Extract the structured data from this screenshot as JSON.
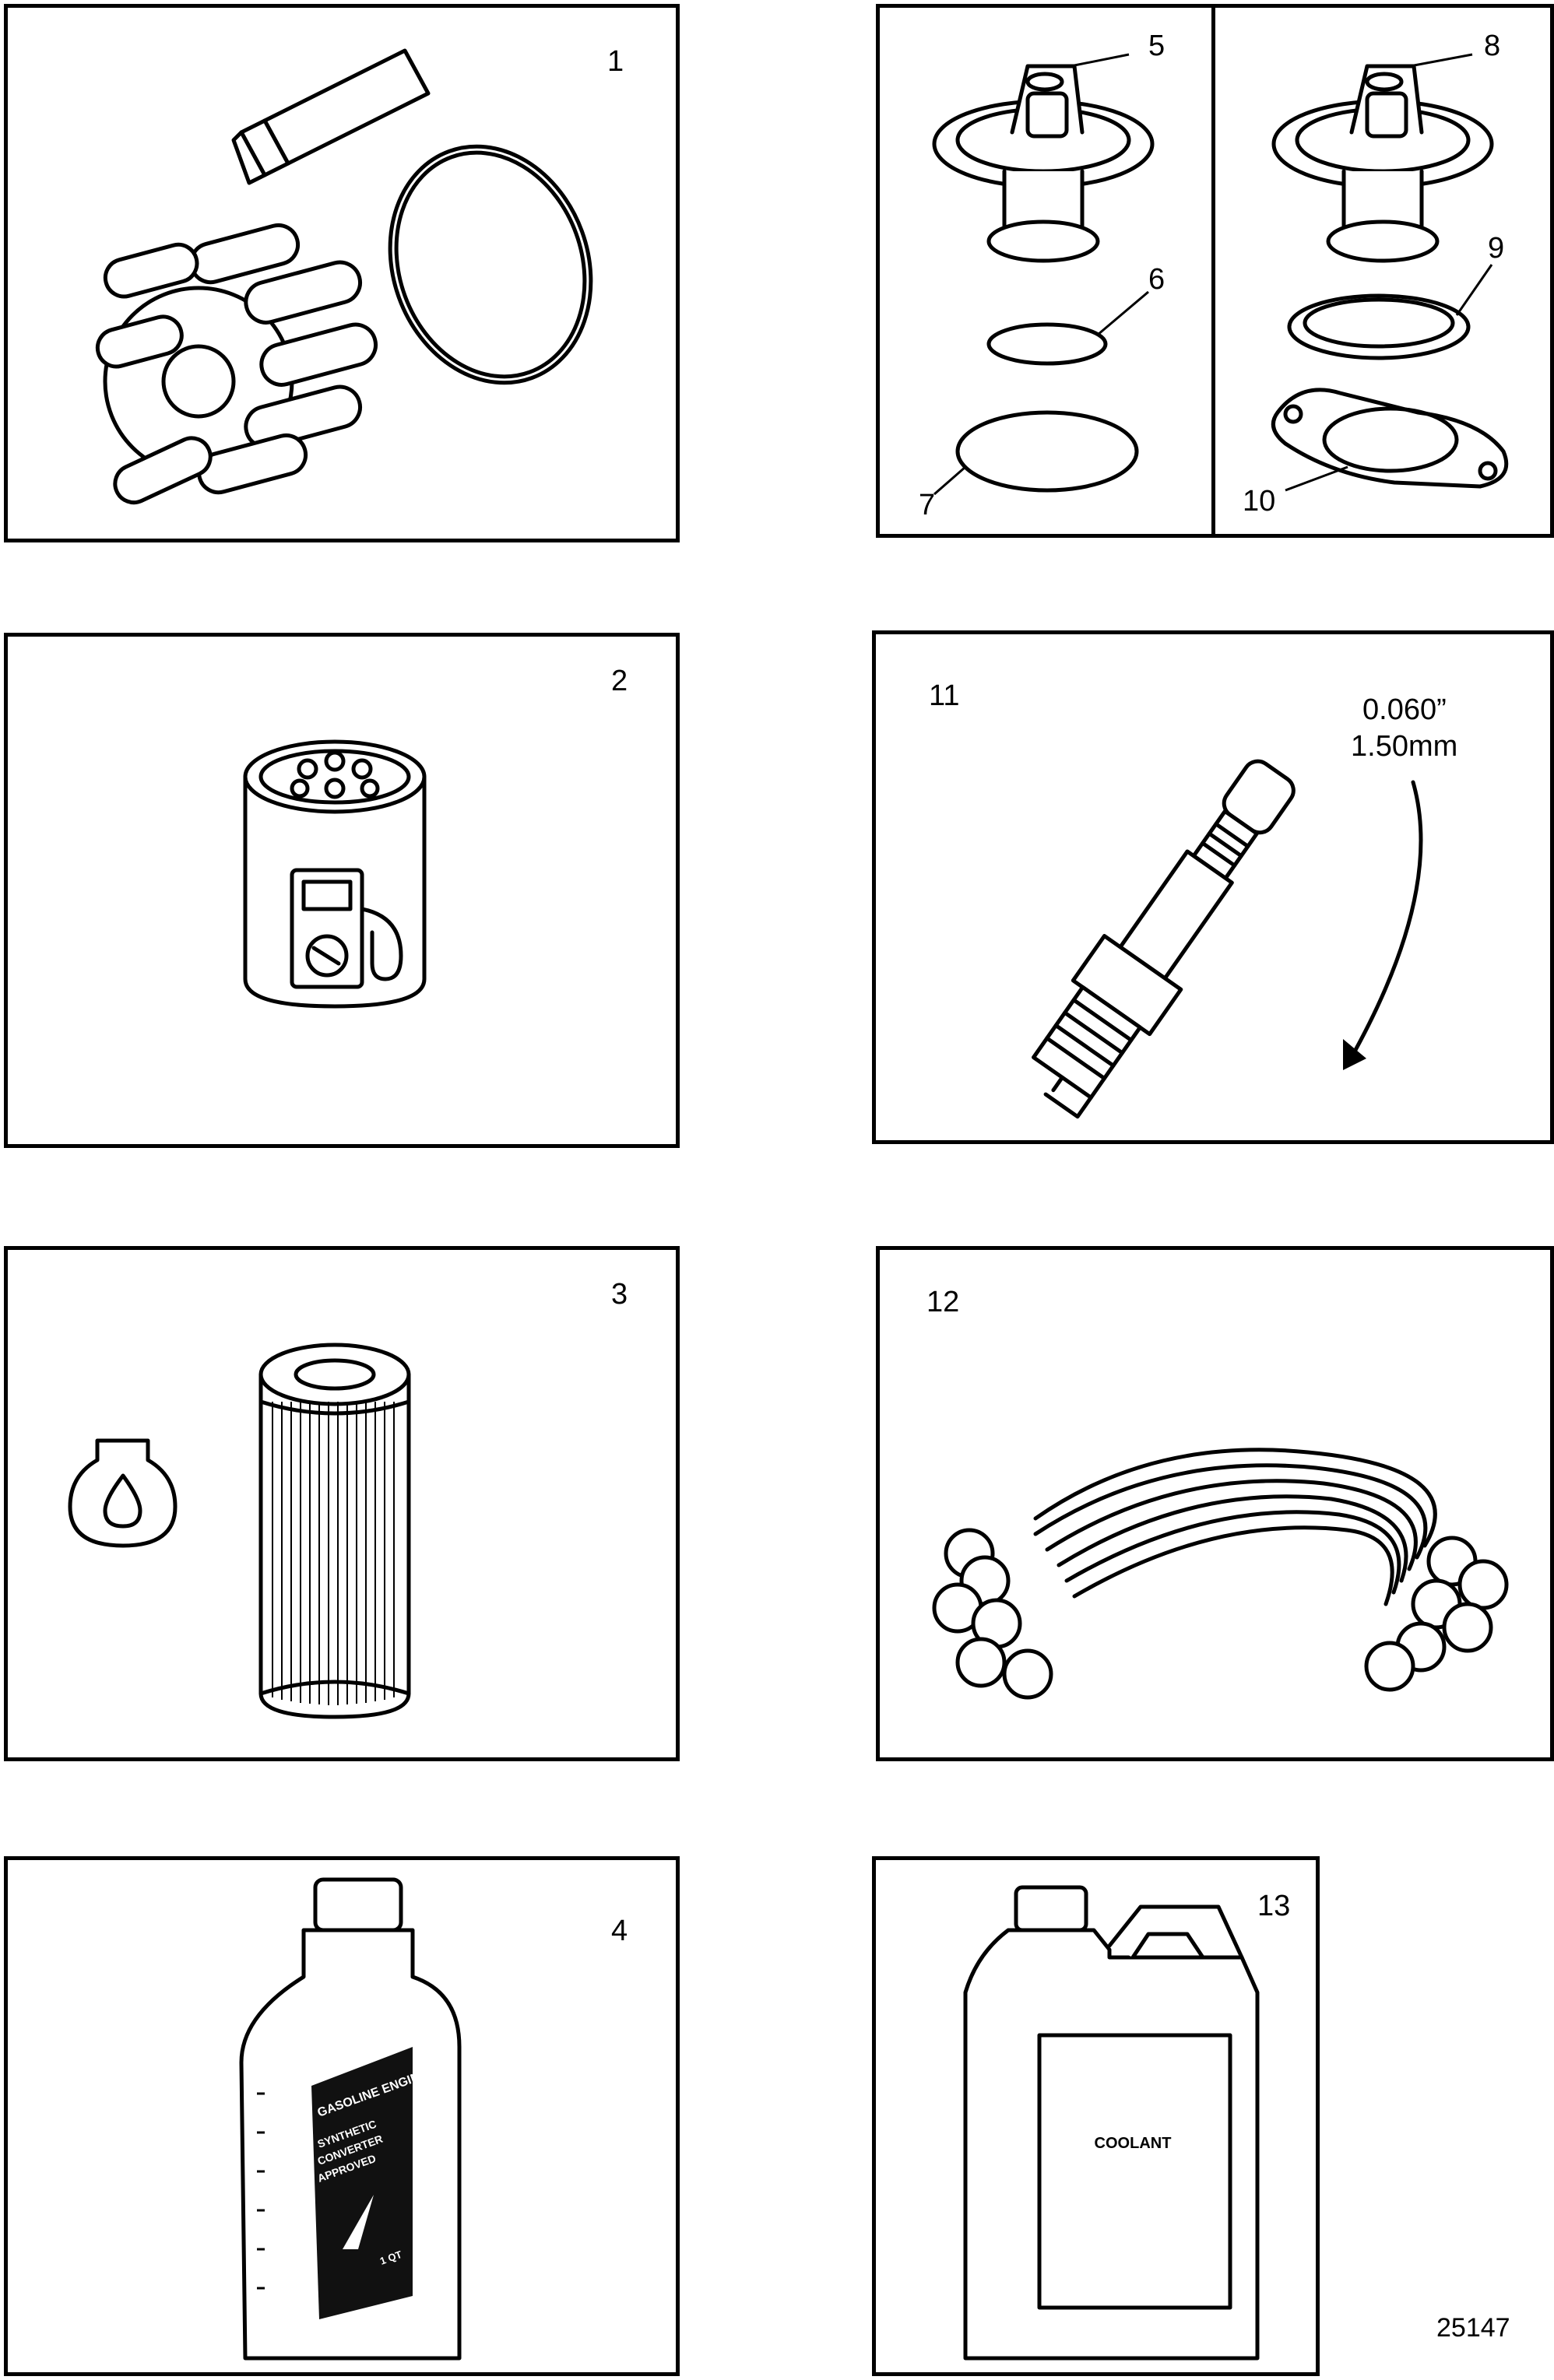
{
  "panels": {
    "p1": {
      "label": "1"
    },
    "p2": {
      "label": "2"
    },
    "p3": {
      "label": "3"
    },
    "p4": {
      "label": "4"
    },
    "p5": {
      "labels": [
        "5",
        "6",
        "7"
      ]
    },
    "p8": {
      "labels": [
        "8",
        "9",
        "10"
      ]
    },
    "p11": {
      "label": "11",
      "gap_in": "0.060”",
      "gap_mm": "1.50mm"
    },
    "p12": {
      "label": "12"
    },
    "p13": {
      "label": "13",
      "jug_label": "COOLANT"
    }
  },
  "bottle": {
    "brand": "GASOLINE ENGINE OIL",
    "line2": "SYNTHETIC",
    "line3": "CONVERTER",
    "line4": "APPROVED",
    "volume": "1 QT"
  },
  "figure_number": "25147"
}
